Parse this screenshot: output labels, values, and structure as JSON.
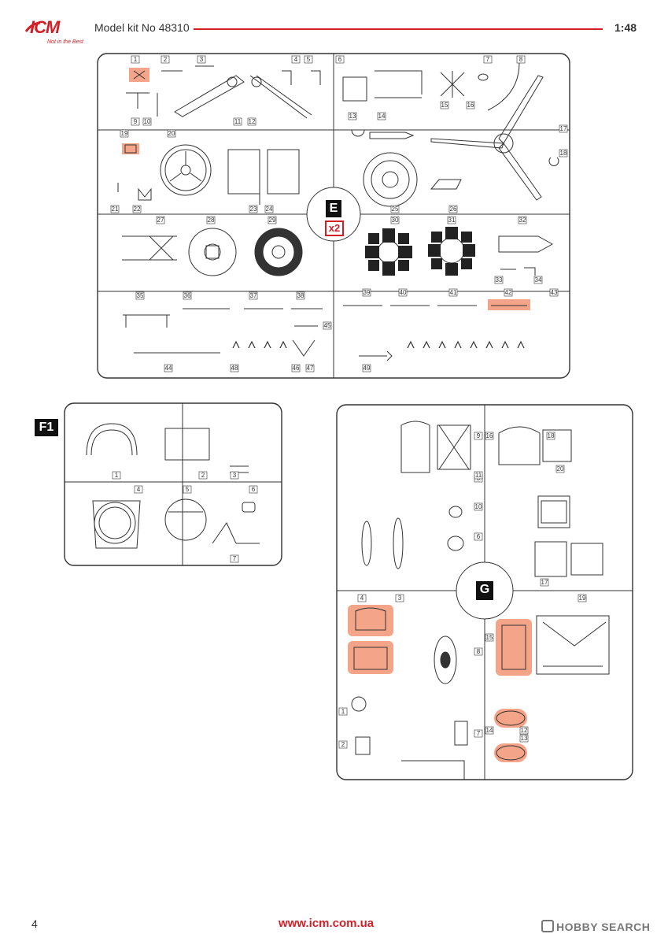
{
  "header": {
    "brand": "ICM",
    "tagline": "Not in the Best",
    "kit_title": "Model kit No 48310",
    "scale": "1:48"
  },
  "sprue_e": {
    "label": "E",
    "quantity": "x2",
    "part_numbers": [
      "1",
      "2",
      "3",
      "4",
      "5",
      "6",
      "7",
      "8",
      "9",
      "10",
      "11",
      "12",
      "13",
      "14",
      "15",
      "16",
      "17",
      "18",
      "19",
      "20",
      "21",
      "22",
      "23",
      "24",
      "25",
      "26",
      "27",
      "28",
      "29",
      "30",
      "31",
      "32",
      "33",
      "34",
      "35",
      "36",
      "37",
      "38",
      "39",
      "40",
      "41",
      "42",
      "43",
      "44",
      "45",
      "46",
      "47",
      "48",
      "49"
    ]
  },
  "sprue_f1": {
    "label": "F1",
    "part_numbers": [
      "1",
      "2",
      "3",
      "4",
      "5",
      "6",
      "7"
    ]
  },
  "sprue_g": {
    "label": "G",
    "part_numbers": [
      "1",
      "2",
      "3",
      "4",
      "5",
      "6",
      "7",
      "8",
      "9",
      "10",
      "11",
      "12",
      "13",
      "14",
      "15",
      "16",
      "17",
      "18",
      "19",
      "20"
    ]
  },
  "colors": {
    "brand_red": "#d21f26",
    "highlight": "#f4a488"
  },
  "footer": {
    "page_number": "4",
    "url": "www.icm.com.ua",
    "watermark": "HOBBY SEARCH"
  }
}
